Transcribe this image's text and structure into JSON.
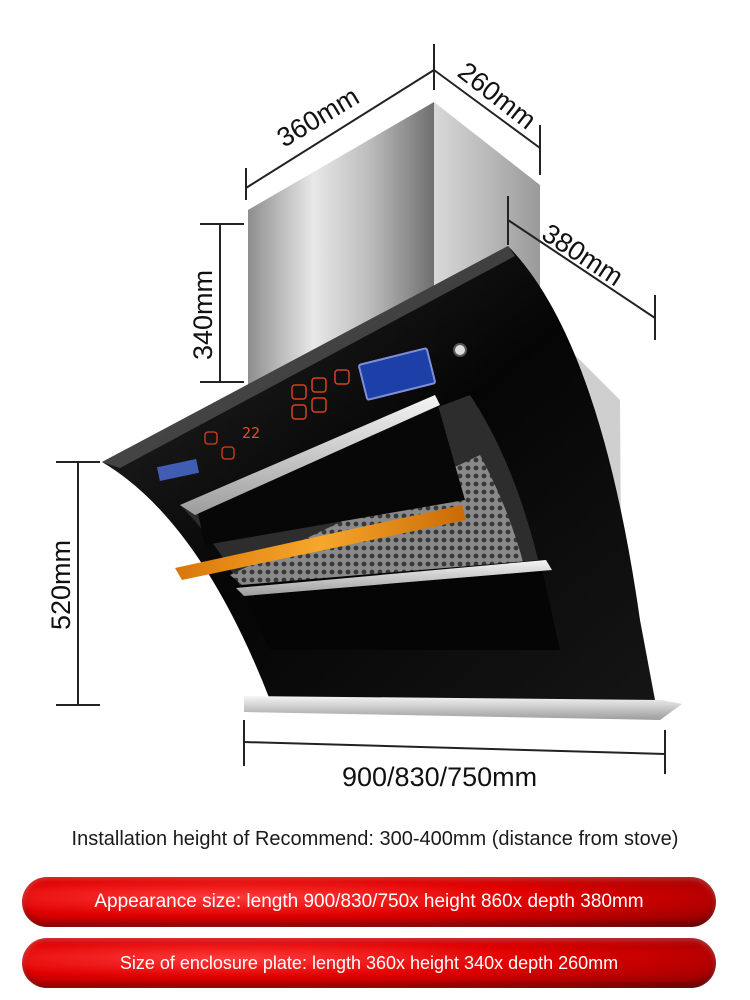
{
  "dimensions": {
    "width_top": "360mm",
    "depth_top": "260mm",
    "depth_hood": "380mm",
    "height_chimney": "340mm",
    "height_hood": "520mm",
    "length_bottom": "900/830/750mm"
  },
  "panel": {
    "display_digits": "22"
  },
  "notes": {
    "installation": "Installation height of Recommend: 300-400mm (distance from stove)",
    "appearance": "Appearance size: length 900/830/750x height 860x depth 380mm",
    "enclosure": "Size of enclosure plate: length 360x height 340x depth 260mm"
  },
  "colors": {
    "accent_orange": "#f29a1a",
    "pill_red": "#e00000",
    "glass_black": "#0a0a0a",
    "steel": "#c9c9c9"
  }
}
